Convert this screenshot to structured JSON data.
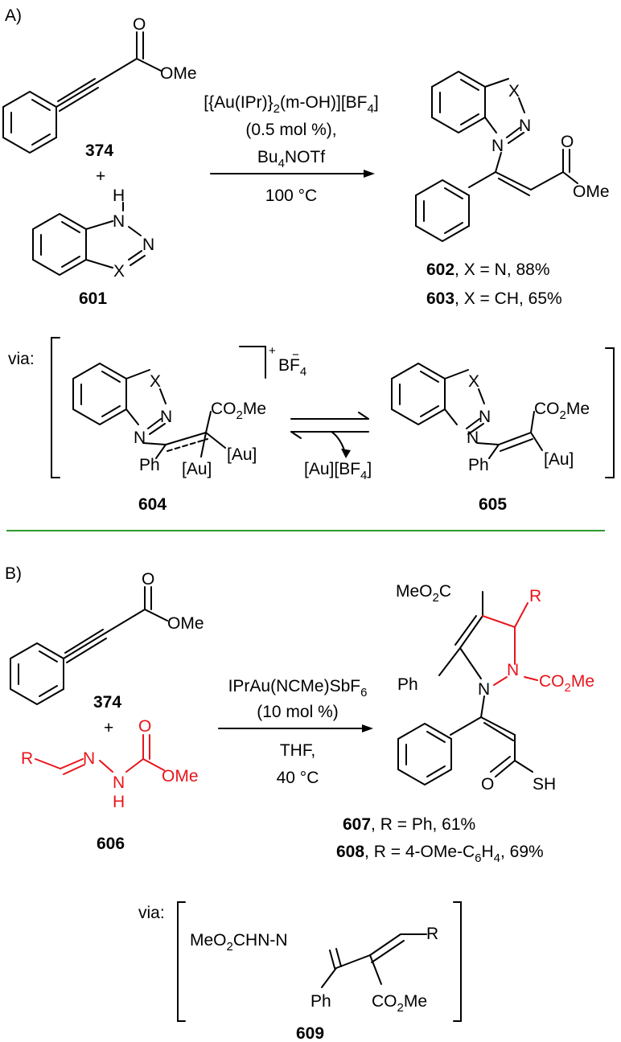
{
  "panelA": {
    "label": "A)",
    "reactant1": {
      "id": "374",
      "ester": "OMe",
      "carbonyl": "O"
    },
    "plus": "+",
    "reactant2": {
      "id": "601",
      "H": "H",
      "N1": "N",
      "N2": "N",
      "X": "X"
    },
    "conditions": {
      "catalyst_prefix": "[{Au(IPr)}",
      "catalyst_sub1": "2",
      "catalyst_mid": "(m-OH)][BF",
      "catalyst_sub2": "4",
      "catalyst_suffix": "]",
      "loading": "(0.5 mol %),",
      "additive_prefix": "Bu",
      "additive_sub": "4",
      "additive_suffix": "NOTf",
      "temperature": "100 °C"
    },
    "product": {
      "X": "X",
      "N2": "N",
      "N1": "N",
      "carbonyl": "O",
      "ester": "OMe"
    },
    "results": [
      {
        "id": "602",
        "text": ", X = N, 88%"
      },
      {
        "id": "603",
        "text": ", X = CH, 65%"
      }
    ],
    "via_label": "via:",
    "intermediate604": {
      "id": "604",
      "X": "X",
      "N2": "N",
      "N1": "N",
      "ester_prefix": "CO",
      "ester_sub": "2",
      "ester_suffix": "Me",
      "ph": "Ph",
      "au1": "[Au]",
      "au2": "[Au]",
      "charge": "+",
      "counter_prefix": "BF",
      "counter_sub": "4",
      "counter_charge": "−"
    },
    "equilibrium_reagent_prefix": "[Au][BF",
    "equilibrium_reagent_sub": "4",
    "equilibrium_reagent_suffix": "]",
    "intermediate605": {
      "id": "605",
      "X": "X",
      "N2": "N",
      "N1": "N",
      "ester_prefix": "CO",
      "ester_sub": "2",
      "ester_suffix": "Me",
      "ph": "Ph",
      "au": "[Au]"
    }
  },
  "panelB": {
    "label": "B)",
    "reactant1": {
      "id": "374",
      "ester": "OMe",
      "carbonyl": "O"
    },
    "plus": "+",
    "reactant2": {
      "id": "606",
      "R": "R",
      "N1": "N",
      "NH_N": "N",
      "NH_H": "H",
      "carbonyl": "O",
      "ester": "OMe"
    },
    "conditions": {
      "catalyst_prefix": "IPrAu(NCMe)SbF",
      "catalyst_sub": "6",
      "loading": "(10 mol %)",
      "solvent": "THF,",
      "temperature": "40 °C"
    },
    "product": {
      "ester_left_prefix": "MeO",
      "ester_left_sub": "2",
      "ester_left_suffix": "C",
      "R": "R",
      "ph": "Ph",
      "N1": "N",
      "N2": "N",
      "ester_right_prefix": "CO",
      "ester_right_sub": "2",
      "ester_right_suffix": "Me",
      "carbonyl": "O",
      "thiol": "SH"
    },
    "results": [
      {
        "id": "607",
        "text": ", R = Ph, 61%"
      },
      {
        "id": "608",
        "text_prefix": ", R = 4-OMe-C",
        "text_sub": "6",
        "text_mid": "H",
        "text_sub2": "4",
        "text_suffix": ", 69%"
      }
    ],
    "via_label": "via:",
    "intermediate609": {
      "id": "609",
      "left_prefix": "MeO",
      "left_sub": "2",
      "left_suffix": "CHN-N",
      "R": "R",
      "ph": "Ph",
      "ester_prefix": "CO",
      "ester_sub": "2",
      "ester_suffix": "Me"
    }
  },
  "colors": {
    "highlight": "#e8141b",
    "divider": "#2e9a2e",
    "text": "#000000"
  }
}
